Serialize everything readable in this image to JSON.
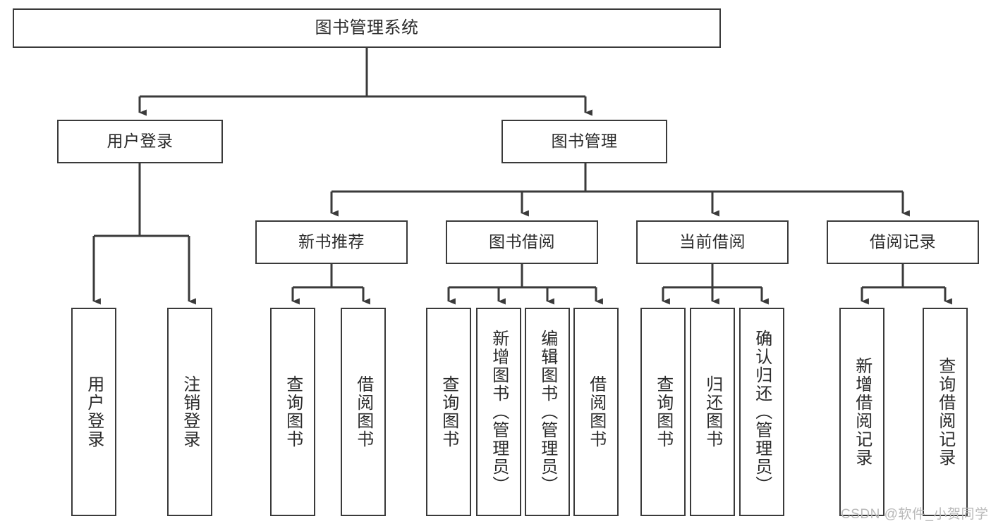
{
  "diagram": {
    "title": "图书管理系统",
    "type": "hierarchy-tree",
    "root": {
      "id": "root",
      "label": "图书管理系统"
    },
    "level2": [
      {
        "id": "user-login",
        "label": "用户登录"
      },
      {
        "id": "book-manage",
        "label": "图书管理"
      }
    ],
    "level3": [
      {
        "id": "new-book-recommend",
        "label": "新书推荐",
        "parent": "book-manage"
      },
      {
        "id": "book-borrow",
        "label": "图书借阅",
        "parent": "book-manage"
      },
      {
        "id": "current-borrow",
        "label": "当前借阅",
        "parent": "book-manage"
      },
      {
        "id": "borrow-record",
        "label": "借阅记录",
        "parent": "book-manage"
      }
    ],
    "leaves": [
      {
        "id": "leaf-user-login",
        "label": "用户登录",
        "parent": "user-login"
      },
      {
        "id": "leaf-user-logout",
        "label": "注销登录",
        "parent": "user-login"
      },
      {
        "id": "leaf-query-book-1",
        "label": "查询图书",
        "parent": "new-book-recommend"
      },
      {
        "id": "leaf-borrow-book-1",
        "label": "借阅图书",
        "parent": "new-book-recommend"
      },
      {
        "id": "leaf-query-book-2",
        "label": "查询图书",
        "parent": "book-borrow"
      },
      {
        "id": "leaf-add-book",
        "label": "新增图书（管理员）",
        "parent": "book-borrow"
      },
      {
        "id": "leaf-edit-book",
        "label": "编辑图书（管理员）",
        "parent": "book-borrow"
      },
      {
        "id": "leaf-borrow-book-2",
        "label": "借阅图书",
        "parent": "book-borrow"
      },
      {
        "id": "leaf-query-book-3",
        "label": "查询图书",
        "parent": "current-borrow"
      },
      {
        "id": "leaf-return-book",
        "label": "归还图书",
        "parent": "current-borrow"
      },
      {
        "id": "leaf-confirm-return",
        "label": "确认归还（管理员）",
        "parent": "current-borrow"
      },
      {
        "id": "leaf-add-record",
        "label": "新增借阅记录",
        "parent": "borrow-record"
      },
      {
        "id": "leaf-query-record",
        "label": "查询借阅记录",
        "parent": "borrow-record"
      }
    ],
    "colors": {
      "stroke": "#3a3a3a",
      "text": "#2b2b2b",
      "background": "#ffffff",
      "watermark": "#b9b9b9"
    }
  },
  "watermark": {
    "text": "CSDN @软件_小贺同学"
  }
}
